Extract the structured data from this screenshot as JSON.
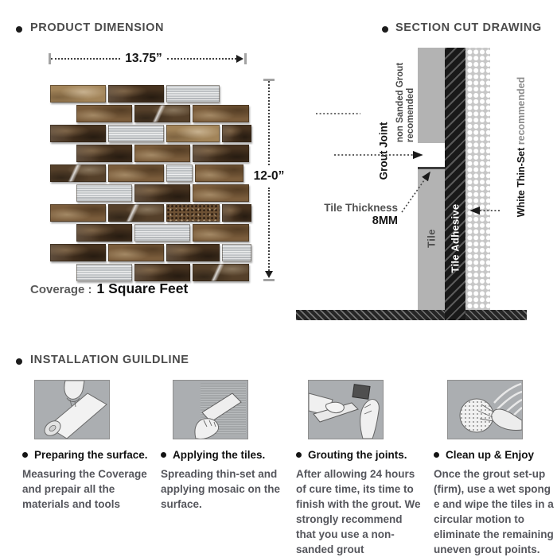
{
  "colors": {
    "heading_text": "#4b4b4b",
    "body_text": "#55565c",
    "tile_gray": "#b3b3b3",
    "illustration_bg": "#abaeb1",
    "adhesive_dark": "#191919",
    "thinset_dot_bg": "#c7c7c7",
    "mosaic_dark_brown": "#46321f",
    "mosaic_medium_brown": "#7a5c3b",
    "mosaic_tan": "#a28459",
    "mosaic_silver": "#d9dbdc"
  },
  "product": {
    "heading": "PRODUCT DIMENSION",
    "width_label": "13.75”",
    "height_label": "12-0”",
    "coverage_label": "Coverage :",
    "coverage_value": "1 Square Feet",
    "mosaic": {
      "rows": [
        {
          "offset": 0,
          "bricks": [
            {
              "c": "tan",
              "w": 70
            },
            {
              "c": "dk",
              "w": 70
            },
            {
              "c": "ag",
              "w": 67
            }
          ]
        },
        {
          "offset": 33,
          "bricks": [
            {
              "c": "md",
              "w": 70
            },
            {
              "c": "dv",
              "w": 70
            },
            {
              "c": "md",
              "w": 71
            }
          ]
        },
        {
          "offset": 0,
          "bricks": [
            {
              "c": "dk",
              "w": 70
            },
            {
              "c": "ag",
              "w": 70
            },
            {
              "c": "tan",
              "w": 67
            },
            {
              "c": "dk",
              "w": 37
            }
          ]
        },
        {
          "offset": 33,
          "bricks": [
            {
              "c": "dk",
              "w": 70
            },
            {
              "c": "md",
              "w": 70
            },
            {
              "c": "dk",
              "w": 71
            }
          ]
        },
        {
          "offset": 0,
          "bricks": [
            {
              "c": "dv",
              "w": 70
            },
            {
              "c": "md",
              "w": 70
            },
            {
              "c": "ag",
              "w": 33
            },
            {
              "c": "md",
              "w": 61
            }
          ]
        },
        {
          "offset": 33,
          "bricks": [
            {
              "c": "ag",
              "w": 70
            },
            {
              "c": "dk",
              "w": 70
            },
            {
              "c": "md",
              "w": 71
            }
          ]
        },
        {
          "offset": 0,
          "bricks": [
            {
              "c": "md",
              "w": 70
            },
            {
              "c": "dv",
              "w": 70
            },
            {
              "c": "sp",
              "w": 67
            },
            {
              "c": "dk",
              "w": 37
            }
          ]
        },
        {
          "offset": 33,
          "bricks": [
            {
              "c": "dk",
              "w": 70
            },
            {
              "c": "ag",
              "w": 70
            },
            {
              "c": "md",
              "w": 71
            }
          ]
        },
        {
          "offset": 0,
          "bricks": [
            {
              "c": "dk",
              "w": 70
            },
            {
              "c": "md",
              "w": 70
            },
            {
              "c": "dk",
              "w": 67
            },
            {
              "c": "ag",
              "w": 37
            }
          ]
        },
        {
          "offset": 33,
          "bricks": [
            {
              "c": "ag",
              "w": 70
            },
            {
              "c": "dk",
              "w": 70
            },
            {
              "c": "dv",
              "w": 71
            }
          ]
        }
      ]
    }
  },
  "section": {
    "heading": "SECTION CUT DRAWING",
    "grout_joint_label": "Grout Joint",
    "grout_note_line1": "non Sanded Grout",
    "grout_note_line2": "recomended",
    "tile_thickness_label": "Tile Thickness",
    "tile_thickness_value": "8MM",
    "tile_label": "Tile",
    "tile_adhesive_label": "Tile Adhesive",
    "thinset_label": "White Thin-Set ",
    "thinset_note": "recommended"
  },
  "installation": {
    "heading": "INSTALLATION GUILDLINE",
    "steps": [
      {
        "title": "Preparing the surface.",
        "description": "Measuring the Coverage and prepair all the materials and tools"
      },
      {
        "title": "Applying the tiles.",
        "description": "Spreading thin-set and applying mosaic on the surface."
      },
      {
        "title": "Grouting the joints.",
        "description": "After allowing 24 hours of cure time, its time to finish with the grout. We strongly recommend that you use a non-sanded grout"
      },
      {
        "title": "Clean up & Enjoy",
        "description": "Once the grout set-up (firm), use a wet spong e and wipe the tiles in a circular motion to eliminate the remaining uneven grout points."
      }
    ]
  }
}
